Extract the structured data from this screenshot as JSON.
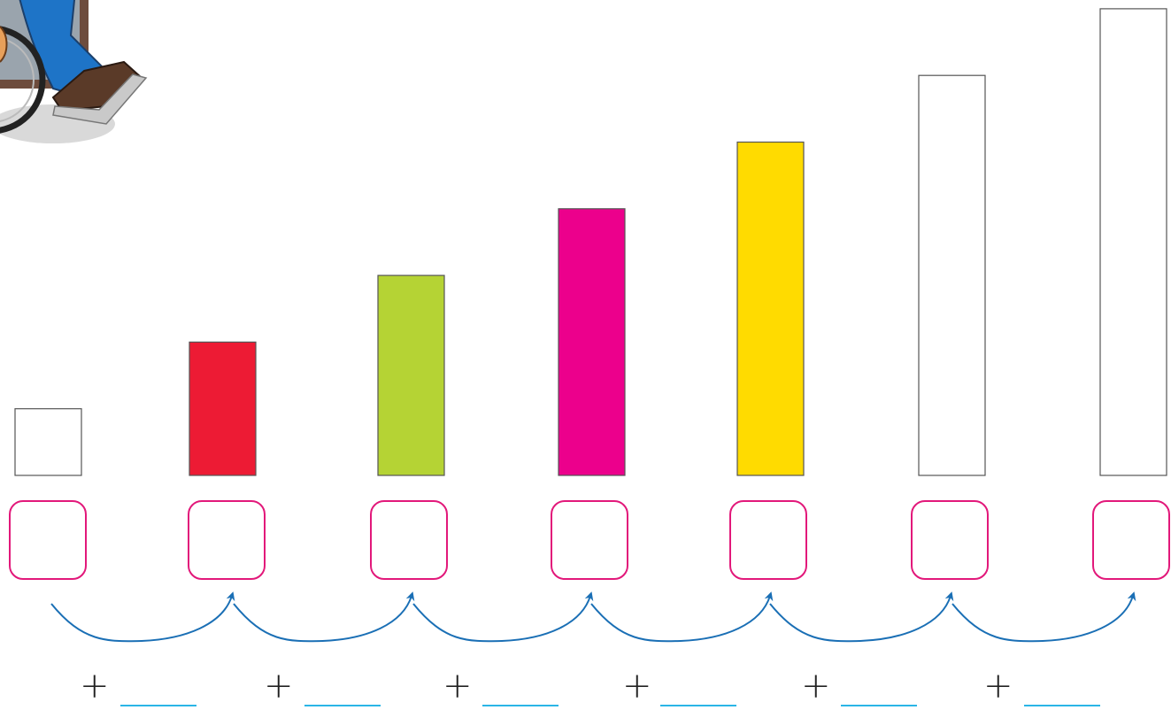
{
  "illustration": {
    "icon": "wheelchair-person-illustration"
  },
  "bars": [
    {
      "value": 1,
      "color": "#ffffff",
      "outline": "#555555"
    },
    {
      "value": 2,
      "color": "#ed1b34",
      "outline": "#555555"
    },
    {
      "value": 3,
      "color": "#b5d334",
      "outline": "#555555"
    },
    {
      "value": 4,
      "color": "#ec008c",
      "outline": "#555555"
    },
    {
      "value": 5,
      "color": "#ffdb00",
      "outline": "#555555"
    },
    {
      "value": 6,
      "color": "#ffffff",
      "outline": "#555555"
    },
    {
      "value": 7,
      "color": "#ffffff",
      "outline": "#555555"
    }
  ],
  "answer_boxes": [
    {
      "value": ""
    },
    {
      "value": ""
    },
    {
      "value": ""
    },
    {
      "value": ""
    },
    {
      "value": ""
    },
    {
      "value": ""
    },
    {
      "value": ""
    }
  ],
  "steps": [
    {
      "operator": "+",
      "blank": ""
    },
    {
      "operator": "+",
      "blank": ""
    },
    {
      "operator": "+",
      "blank": ""
    },
    {
      "operator": "+",
      "blank": ""
    },
    {
      "operator": "+",
      "blank": ""
    },
    {
      "operator": "+",
      "blank": ""
    }
  ],
  "colors": {
    "box_border": "#e2187a",
    "arrow": "#1a6fb5",
    "blank_line": "#2bb5e6"
  }
}
